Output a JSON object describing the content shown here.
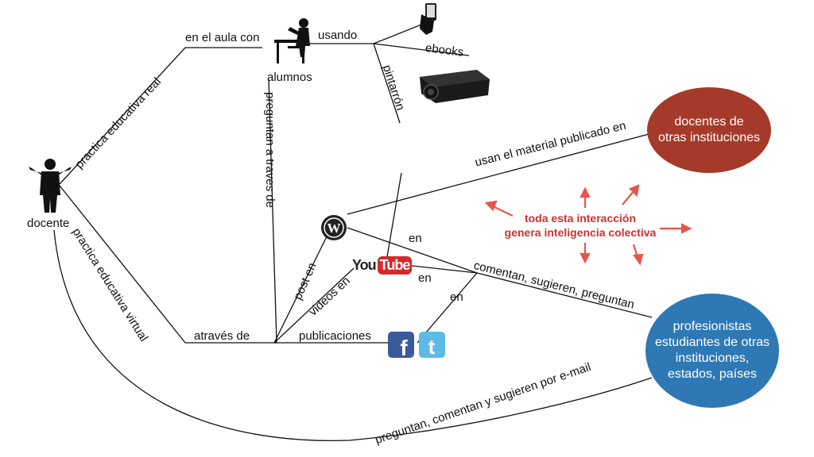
{
  "nodes": {
    "docente": "docente",
    "alumnos": "alumnos",
    "docentes_otras": [
      "docentes de",
      "otras instituciones"
    ],
    "profesionistas": [
      "profesionistas",
      "estudiantes de otras",
      "instituciones,",
      "estados, países"
    ]
  },
  "edges": {
    "practica_real": "practica educativa real",
    "en_aula": "en el aula con",
    "usando": "usando",
    "ebooks": "ebooks",
    "pintarron": "pintarrón",
    "preguntan_traves": "preguntan a traves de",
    "practica_virtual": "practica educativa virtual",
    "atraves": "através de",
    "post_en": "post en",
    "videos_en": "videos en",
    "publicaciones": "publicaciones",
    "usan_material": "usan el material publicado en",
    "en_1": "en",
    "en_2": "en",
    "en_3": "en",
    "comentan": "comentan, sugieren, preguntan",
    "email": "preguntan, comentan y sugieren por e-mail"
  },
  "center_message": [
    "toda esta interacción",
    "genera inteligencia colectiva"
  ],
  "icons": {
    "youtube_text": "You",
    "youtube_tube": "Tube"
  },
  "colors": {
    "red_node": "#a63a2a",
    "blue_node": "#2e78b4",
    "arrow": "#e8554c",
    "message": "#d0302b"
  }
}
